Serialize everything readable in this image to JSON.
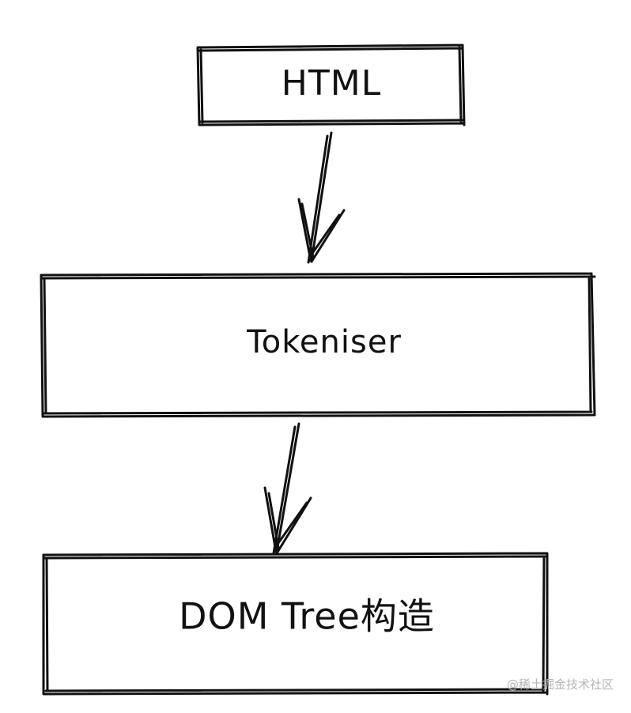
{
  "nodes": [
    {
      "id": "html",
      "label": "HTML"
    },
    {
      "id": "tokeniser",
      "label": "Tokeniser"
    },
    {
      "id": "dom-tree",
      "label": "DOM Tree构造"
    }
  ],
  "edges": [
    {
      "from": "html",
      "to": "tokeniser"
    },
    {
      "from": "tokeniser",
      "to": "dom-tree"
    }
  ],
  "watermark": "@稀土掘金技术社区",
  "colors": {
    "stroke": "#111111",
    "background": "#ffffff",
    "watermark": "#b5b5b5"
  }
}
